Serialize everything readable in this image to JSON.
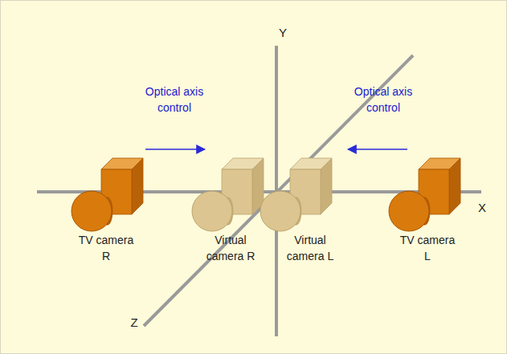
{
  "diagram": {
    "labels": [
      "Y",
      "X",
      "Z",
      "Optical axis control",
      "Optical axis control",
      "TV camera R",
      "Virtual camera R",
      "Virtual camera L",
      "TV camera L"
    ]
  }
}
